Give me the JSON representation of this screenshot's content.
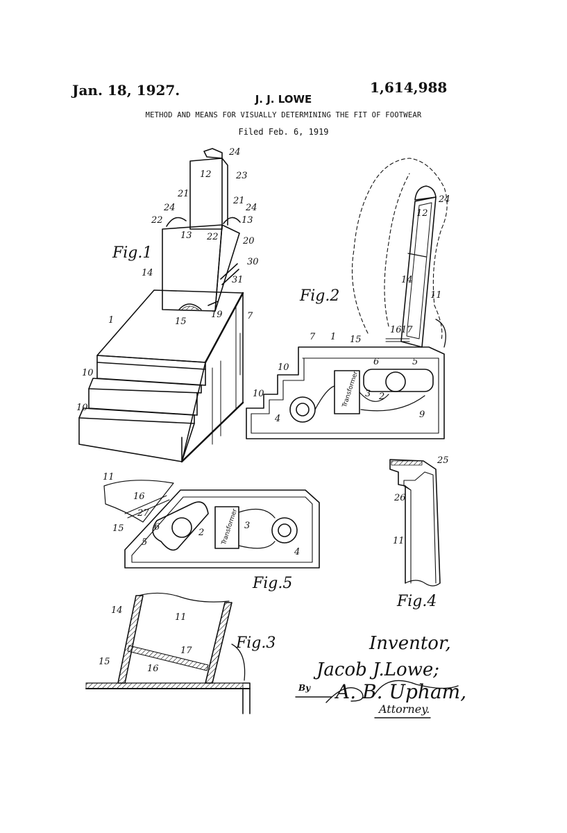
{
  "header": {
    "date": "Jan. 18, 1927.",
    "patent_number": "1,614,988",
    "inventor": "J. J. LOWE",
    "title": "METHOD AND MEANS FOR VISUALLY DETERMINING THE FIT OF FOOTWEAR",
    "filed": "Filed Feb. 6, 1919"
  },
  "figures": {
    "fig1": "Fig.1",
    "fig2": "Fig.2",
    "fig3": "Fig.3",
    "fig4": "Fig.4",
    "fig5": "Fig.5"
  },
  "transformer_label": "Transformer",
  "reference_numerals": {
    "fig1": [
      "24",
      "12",
      "23",
      "21",
      "24",
      "22",
      "13",
      "21",
      "24",
      "13",
      "22",
      "20",
      "30",
      "14",
      "31",
      "1",
      "15",
      "19",
      "7",
      "10",
      "10"
    ],
    "fig2": [
      "24",
      "12",
      "14",
      "11",
      "17",
      "16",
      "15",
      "7",
      "1",
      "6",
      "5",
      "10",
      "2",
      "3",
      "10",
      "4",
      "9"
    ],
    "fig3": [
      "14",
      "11",
      "15",
      "17",
      "16"
    ],
    "fig4": [
      "25",
      "26",
      "11"
    ],
    "fig5": [
      "11",
      "16",
      "27",
      "15",
      "6",
      "2",
      "3",
      "5",
      "4"
    ]
  },
  "signature": {
    "inventor_caption": "Inventor,",
    "inventor_name": "Jacob J.Lowe;",
    "by": "By",
    "attorney_sig": "A. B. Upham,",
    "attorney": "Attorney."
  }
}
